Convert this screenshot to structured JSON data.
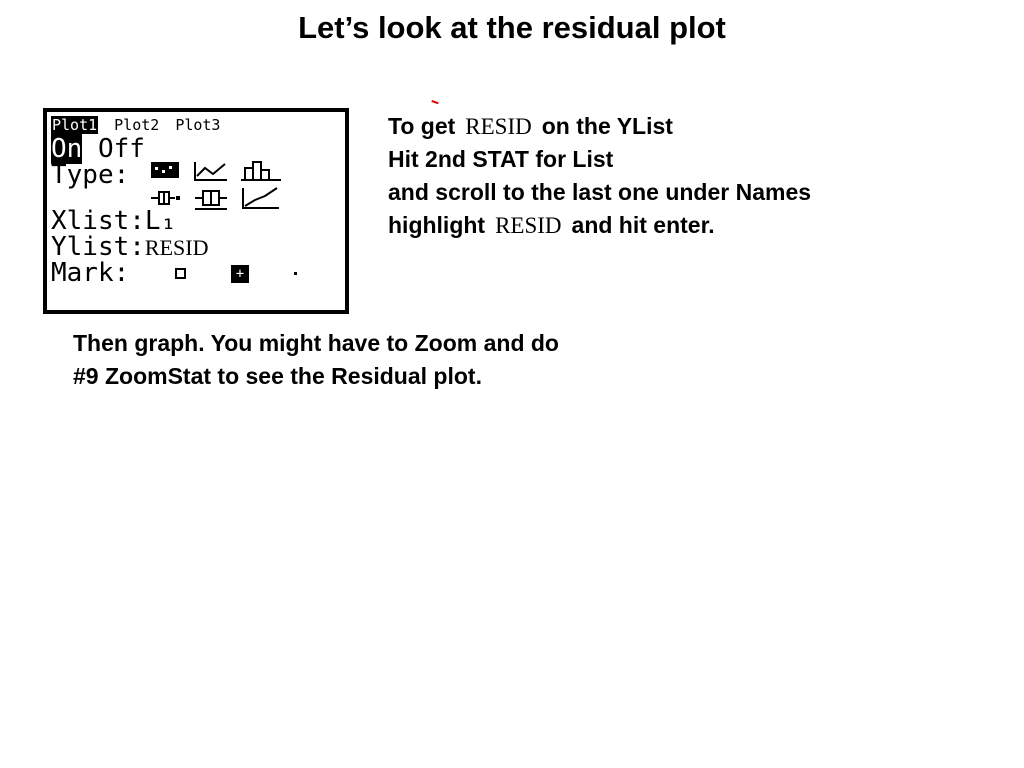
{
  "title": "Let’s look at the residual plot",
  "calculator": {
    "tabs": [
      "Plot1",
      "Plot2",
      "Plot3"
    ],
    "on_label": "On",
    "off_label": "Off",
    "type_label": "Type:",
    "xlist_label": "Xlist:",
    "xlist_value": "L₁",
    "ylist_label": "Ylist:",
    "ylist_value": "RESID",
    "mark_label": "Mark:"
  },
  "instructions": {
    "line1_pre": "To get",
    "line1_resid": "RESID",
    "line1_post": "on the YList",
    "line2": "Hit 2nd  STAT for List",
    "line3": "and scroll to the last one under Names",
    "line4_pre": "highlight",
    "line4_resid": "RESID",
    "line4_post": "and hit enter."
  },
  "followup": {
    "line1": "Then graph. You might have to Zoom and do",
    "line2": "#9 ZoomStat to see the Residual plot."
  }
}
